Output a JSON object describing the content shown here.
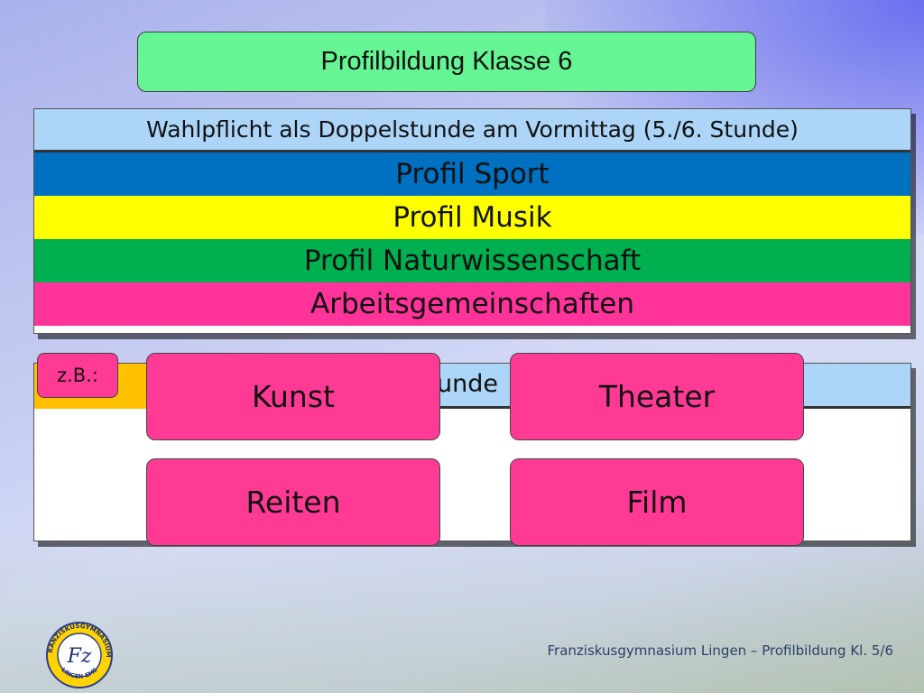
{
  "title": "Profilbildung Klasse 6",
  "wahlpflicht": {
    "header": "Wahlpflicht als Doppelstunde am Vormittag (5./6. Stunde)",
    "bands": [
      {
        "label": "Profil Sport",
        "color": "#0070c0"
      },
      {
        "label": "Profil Musik",
        "color": "#ffff00"
      },
      {
        "label": "Profil Naturwissenschaft",
        "color": "#00b050"
      },
      {
        "label": "Arbeitsgemeinschaften",
        "color": "#ff3399"
      }
    ]
  },
  "ag_panel": {
    "header_visible_fragment": "unde",
    "tag": "z.B.:",
    "examples": [
      "Kunst",
      "Theater",
      "Reiten",
      "Film"
    ],
    "box_color": "#ff3a95"
  },
  "footer": "Franziskusgymnasium Lingen – Profilbildung Kl. 5/6",
  "logo": {
    "name": "franziskusgymnasium-logo",
    "ring_text": "FRANZISKUSGYMNASIUM",
    "bottom_text": "LINGEN-EMS",
    "emblem": "Fz"
  }
}
